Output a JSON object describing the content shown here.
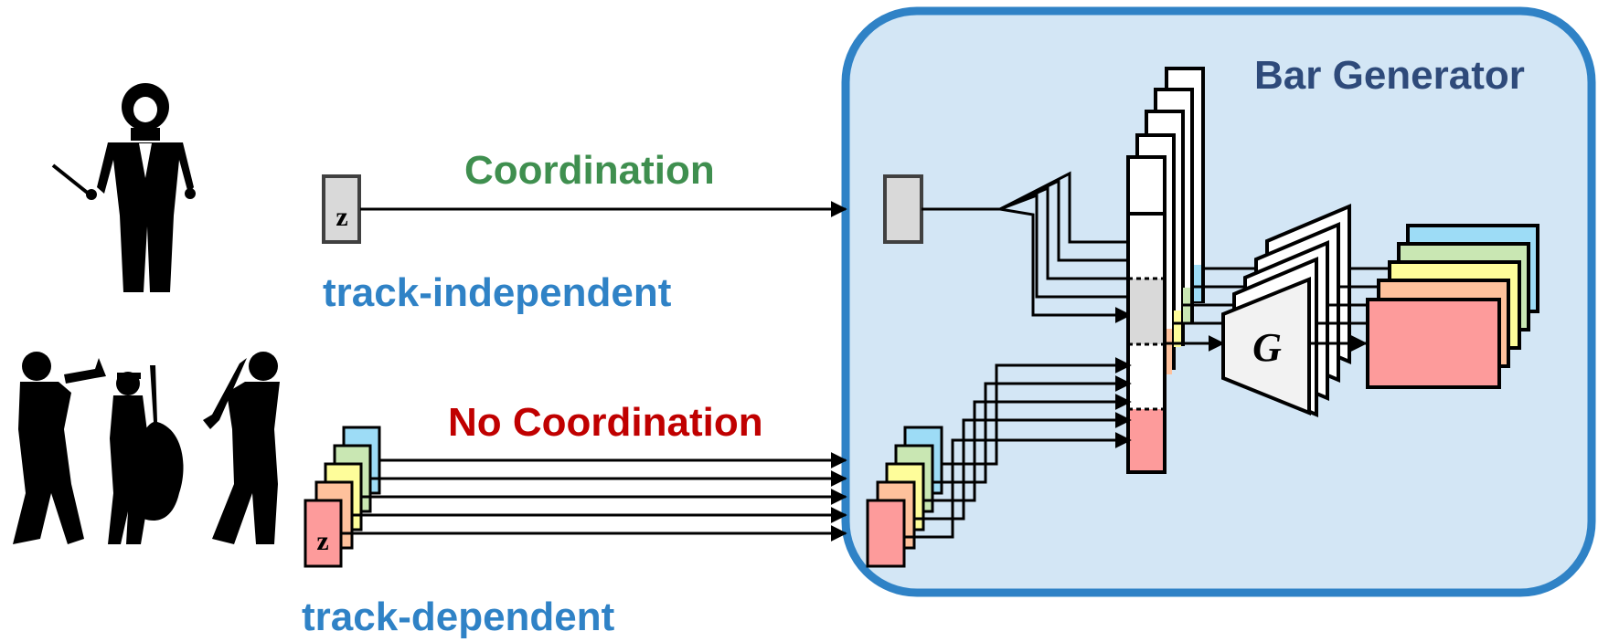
{
  "labels": {
    "coordination": "Coordination",
    "no_coordination": "No Coordination",
    "track_independent": "track-independent",
    "track_dependent": "track-dependent",
    "bar_generator": "Bar Generator",
    "z": "z",
    "g": "G"
  },
  "colors": {
    "green": "#3f8f4f",
    "red": "#c00000",
    "blue_label": "#2f82c6",
    "title_navy": "#2e4a7a",
    "panel_fill": "#d3e6f5",
    "panel_border": "#2f82c6",
    "track_colors": [
      "#9ddcf6",
      "#c9e7b3",
      "#fefd9a",
      "#fec19c",
      "#fd9b9b"
    ],
    "gray": "#d9d9d9"
  },
  "icons": {
    "conductor": "conductor-silhouette-icon",
    "band": "jazz-band-silhouette-icon"
  }
}
